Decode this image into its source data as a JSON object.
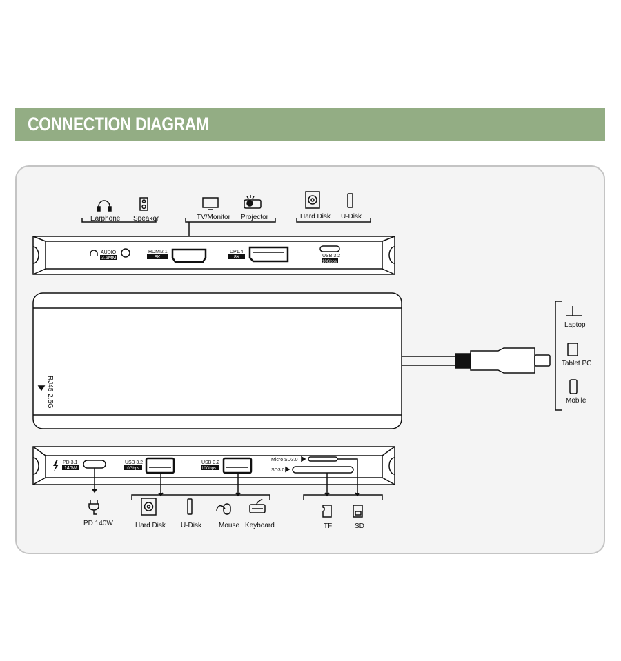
{
  "header": {
    "title": "CONNECTION DIAGRAM",
    "color": "#93ad84"
  },
  "top_devices": {
    "earphone": "Earphone",
    "speaker": "Speaker",
    "tv": "TV/Monitor",
    "projector": "Projector",
    "hard_disk": "Hard Disk",
    "u_disk": "U-Disk"
  },
  "top_ports": {
    "audio": "AUDIO",
    "audio_spec": "3.5MM",
    "hdmi": "HDMI2.1",
    "hdmi_spec": "8K",
    "dp": "DP1.4",
    "dp_spec": "8K",
    "usbc": "USB 3.2",
    "usbc_spec": "10Gbps"
  },
  "body": {
    "rj45": "RJ45 2.5G"
  },
  "hosts": {
    "laptop": "Laptop",
    "tablet": "Tablet PC",
    "mobile": "Mobile"
  },
  "bottom_ports": {
    "pd": "PD 3.1",
    "pd_spec": "140W",
    "usb1": "USB 3.2",
    "usb1_spec": "10Gbps",
    "usb2": "USB 3.2",
    "usb2_spec": "10Gbps",
    "microsd": "Micro SD3.0",
    "sd": "SD3.0"
  },
  "bottom_devices": {
    "power": "PD 140W",
    "hard_disk": "Hard Disk",
    "u_disk": "U-Disk",
    "mouse": "Mouse",
    "keyboard": "Keyboard",
    "tf": "TF",
    "sd": "SD"
  }
}
